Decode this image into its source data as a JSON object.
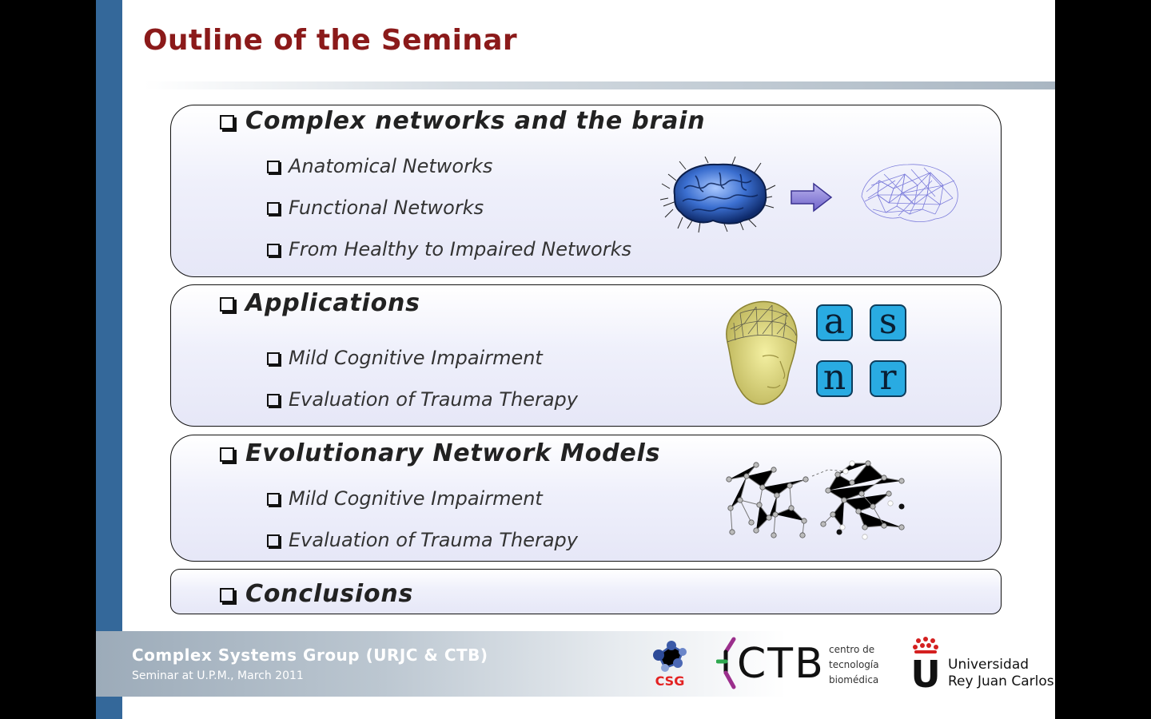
{
  "slide": {
    "title": "Outline of the Seminar",
    "sections": [
      {
        "label": "Complex networks and the brain",
        "items": [
          "Anatomical Networks",
          "Functional Networks",
          "From Healthy to Impaired Networks"
        ]
      },
      {
        "label": "Applications",
        "items": [
          "Mild Cognitive Impairment",
          "Evaluation of Trauma Therapy"
        ],
        "letter_tiles": [
          "a",
          "s",
          "n",
          "r"
        ]
      },
      {
        "label": "Evolutionary Network Models",
        "items": [
          "Mild Cognitive Impairment",
          "Evaluation of Trauma Therapy"
        ]
      },
      {
        "label": "Conclusions",
        "items": []
      }
    ]
  },
  "footer": {
    "org": "Complex Systems Group (URJC & CTB)",
    "subtitle": "Seminar at U.P.M., March 2011",
    "logos": {
      "csg": "CSG",
      "ctb": "CTB",
      "ctb_text": [
        "centro de",
        "tecnología",
        "biomédica"
      ],
      "urjc_letter": "U",
      "urjc_text": [
        "Universidad",
        "Rey Juan Carlos"
      ]
    }
  },
  "colors": {
    "title": "#8b1a1a",
    "left_bar": "#34689a",
    "tile": "#29abe2",
    "brain_blue": "#3b6fd0",
    "csg_red": "#e32222",
    "ctb_purple": "#9b2f8c",
    "ctb_green": "#2fa84f"
  }
}
